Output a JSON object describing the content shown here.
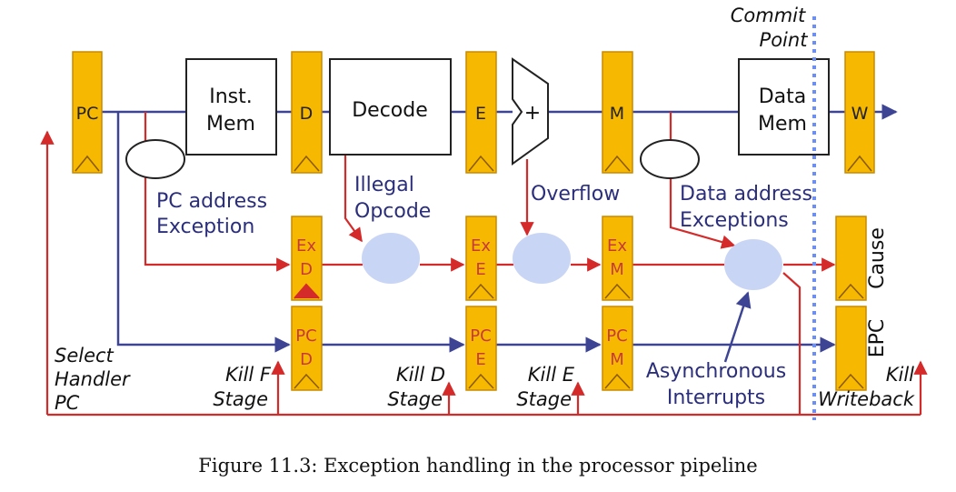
{
  "commit_point": {
    "line1": "Commit",
    "line2": "Point"
  },
  "stages": {
    "pc": "PC",
    "d": "D",
    "e": "E",
    "m": "M",
    "w": "W"
  },
  "blocks": {
    "inst_mem": {
      "line1": "Inst.",
      "line2": "Mem"
    },
    "decode": "Decode",
    "alu": "+",
    "data_mem": {
      "line1": "Data",
      "line2": "Mem"
    }
  },
  "exception_regs": {
    "exd": {
      "line1": "Ex",
      "line2": "D"
    },
    "exe": {
      "line1": "Ex",
      "line2": "E"
    },
    "exm": {
      "line1": "Ex",
      "line2": "M"
    }
  },
  "pc_regs": {
    "pcd": {
      "line1": "PC",
      "line2": "D"
    },
    "pce": {
      "line1": "PC",
      "line2": "E"
    },
    "pcm": {
      "line1": "PC",
      "line2": "M"
    }
  },
  "side_regs": {
    "cause": "Cause",
    "epc": "EPC"
  },
  "labels": {
    "pc_address_exception": {
      "line1": "PC address",
      "line2": "Exception"
    },
    "illegal_opcode": {
      "line1": "Illegal",
      "line2": "Opcode"
    },
    "overflow": "Overflow",
    "data_address_exceptions": {
      "line1": "Data address",
      "line2": "Exceptions"
    },
    "asynchronous_interrupts": {
      "line1": "Asynchronous",
      "line2": "Interrupts"
    },
    "select_handler_pc": {
      "line1": "Select",
      "line2": "Handler",
      "line3": "PC"
    },
    "kill_f_stage": {
      "line1": "Kill F",
      "line2": "Stage"
    },
    "kill_d_stage": {
      "line1": "Kill D",
      "line2": "Stage"
    },
    "kill_e_stage": {
      "line1": "Kill E",
      "line2": "Stage"
    },
    "kill_writeback": {
      "line1": "Kill",
      "line2": "Writeback"
    }
  },
  "caption": "Figure 11.3: Exception handling in the processor pipeline",
  "colors": {
    "register_fill": "#f6b800",
    "register_stroke": "#c98a00",
    "datapath_line": "#3d4494",
    "exception_line": "#d42a2a",
    "bubble_fill": "#c9d5f5",
    "commit_line": "#6f8ff0"
  }
}
